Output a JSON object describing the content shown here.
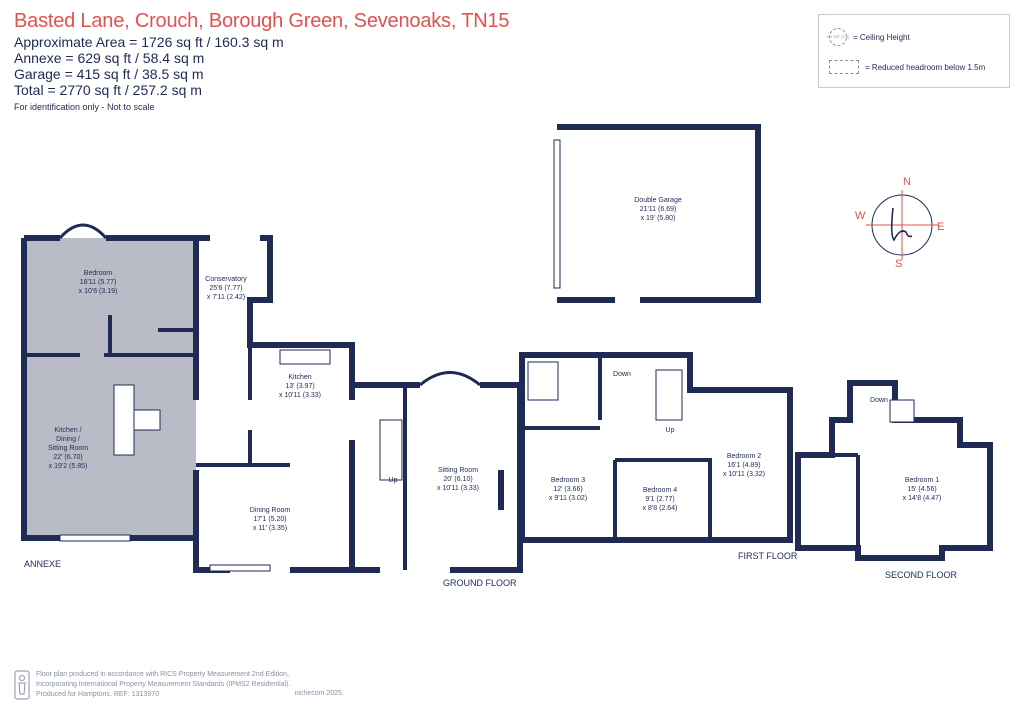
{
  "header": {
    "title": "Basted Lane, Crouch, Borough Green, Sevenoaks, TN15",
    "areas": [
      "Approximate Area = 1726 sq ft / 160.3 sq m",
      "Annexe = 629 sq ft / 58.4 sq m",
      "Garage = 415 sq ft / 38.5 sq m",
      "Total = 2770 sq ft / 257.2 sq m"
    ],
    "note": "For identification only - Not to scale"
  },
  "legend": {
    "ceiling_symbol": "CH 8'5\" (2.6)",
    "ceiling_label": "= Ceiling Height",
    "reduced_label": "= Reduced headroom below 1.5m"
  },
  "compass": {
    "n": "N",
    "s": "S",
    "e": "E",
    "w": "W"
  },
  "rooms": {
    "bedroom_annexe": {
      "name": "Bedroom",
      "dim1": "18'11 (5.77)",
      "dim2": "x 10'6 (3.19)"
    },
    "kitchen_annexe": {
      "name1": "Kitchen /",
      "name2": "Dining /",
      "name3": "Sitting Room",
      "dim1": "22' (6.70)",
      "dim2": "x 19'2 (5.85)"
    },
    "conservatory": {
      "name": "Conservatory",
      "dim1": "25'6 (7.77)",
      "dim2": "x 7'11 (2.42)"
    },
    "kitchen": {
      "name": "Kitchen",
      "dim1": "13' (3.97)",
      "dim2": "x 10'11 (3.33)"
    },
    "dining": {
      "name": "Dining Room",
      "dim1": "17'1 (5.20)",
      "dim2": "x 11' (3.35)"
    },
    "sitting": {
      "name": "Sitting Room",
      "dim1": "20' (6.10)",
      "dim2": "x 10'11 (3.33)"
    },
    "garage": {
      "name": "Double Garage",
      "dim1": "21'11 (6.69)",
      "dim2": "x 19' (5.80)"
    },
    "bedroom3": {
      "name": "Bedroom 3",
      "dim1": "12' (3.66)",
      "dim2": "x 9'11 (3.02)"
    },
    "bedroom4": {
      "name": "Bedroom 4",
      "dim1": "9'1 (2.77)",
      "dim2": "x 8'8 (2.64)"
    },
    "bedroom2": {
      "name": "Bedroom 2",
      "dim1": "16'1 (4.89)",
      "dim2": "x 10'11 (3.32)"
    },
    "bedroom1": {
      "name": "Bedroom 1",
      "dim1": "15' (4.56)",
      "dim2": "x 14'8 (4.47)"
    }
  },
  "stairs": {
    "up_ground": "Up",
    "down_first": "Down",
    "up_first": "Up",
    "down_second": "Down"
  },
  "floor_labels": {
    "annexe": "ANNEXE",
    "ground": "GROUND FLOOR",
    "first": "FIRST FLOOR",
    "second": "SECOND FLOOR"
  },
  "footer": {
    "line1": "Floor plan produced in accordance with RICS Property Measurement 2nd Edition,",
    "line2": "Incorporating International Property Measurement Standards (IPMS2 Residential).",
    "line3": "Produced for Hamptons.   REF:  1313970",
    "brand": "nichecom 2025."
  },
  "colors": {
    "title": "#e0524f",
    "wall": "#1f2a55",
    "annexe_fill": "#b9bcc6",
    "accent": "#e0524f"
  }
}
